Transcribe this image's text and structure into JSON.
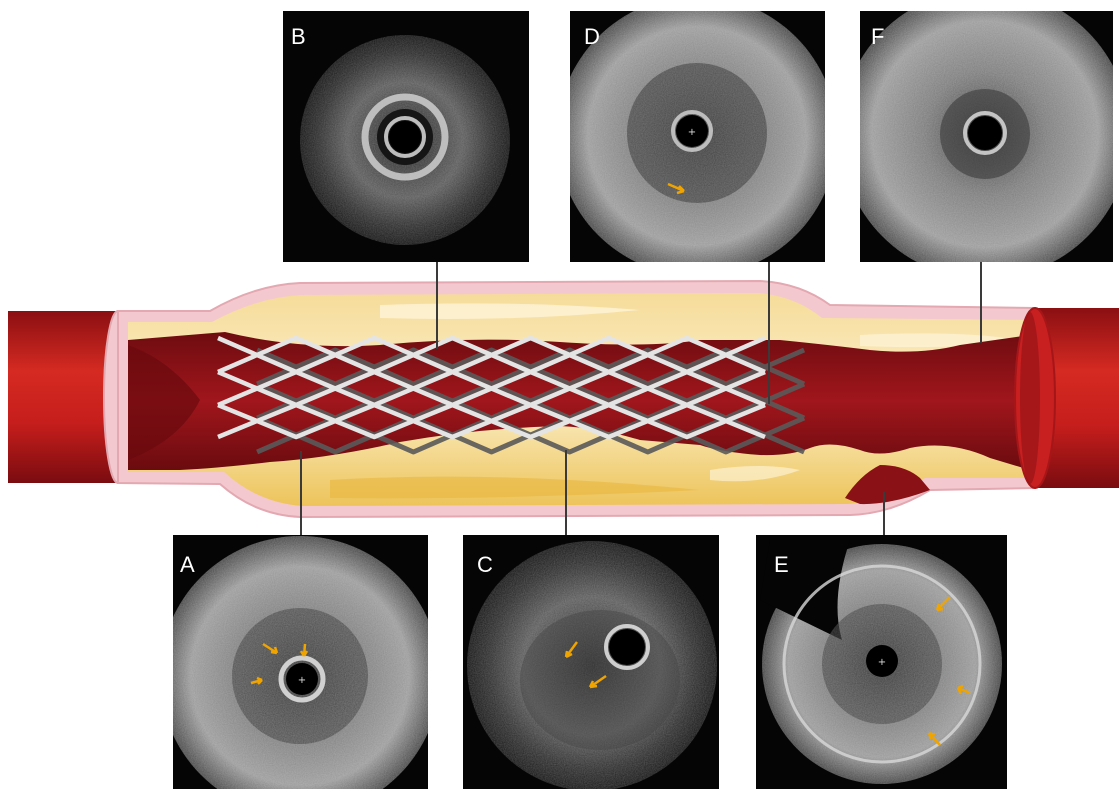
{
  "panels": [
    {
      "id": "A",
      "label": "A"
    },
    {
      "id": "B",
      "label": "B"
    },
    {
      "id": "C",
      "label": "C"
    },
    {
      "id": "D",
      "label": "D"
    },
    {
      "id": "E",
      "label": "E"
    },
    {
      "id": "F",
      "label": "F"
    }
  ],
  "colors": {
    "vessel_wall": "#f3c9cf",
    "plaque": "#f1cd72",
    "lumen_blood": "#8f1218",
    "vessel_end": "#c81f20",
    "stent_strut": "#e2e2e2",
    "pointer_line": "#333333",
    "ivus_background": "#050505",
    "arrow": "#f0a400"
  },
  "icons": [
    "ivus-cross-section-image",
    "stent-icon",
    "arrow-marker-icon"
  ]
}
